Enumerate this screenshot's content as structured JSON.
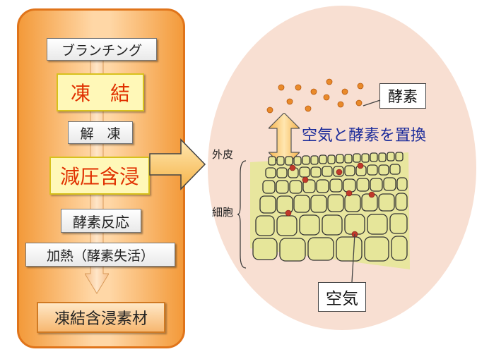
{
  "process": {
    "steps": [
      "ブランチング",
      "凍　結",
      "解　凍",
      "減圧含浸",
      "酵素反応",
      "加熱（酵素失活）",
      "凍結含浸素材"
    ]
  },
  "detail": {
    "outer_skin_label": "外皮",
    "cells_label": "細胞",
    "enzyme_label": "酵素",
    "exchange_label": "空気と酵素を置換",
    "air_label": "空気"
  },
  "colors": {
    "panel": "#f39a3a",
    "highlight_text": "#e03000",
    "exchange_text": "#1a2a9a",
    "cell_fill": "#e6e69a",
    "cell_stroke": "#333333",
    "air_dot": "#c0392b",
    "enzyme_dot": "#e98a2a"
  }
}
